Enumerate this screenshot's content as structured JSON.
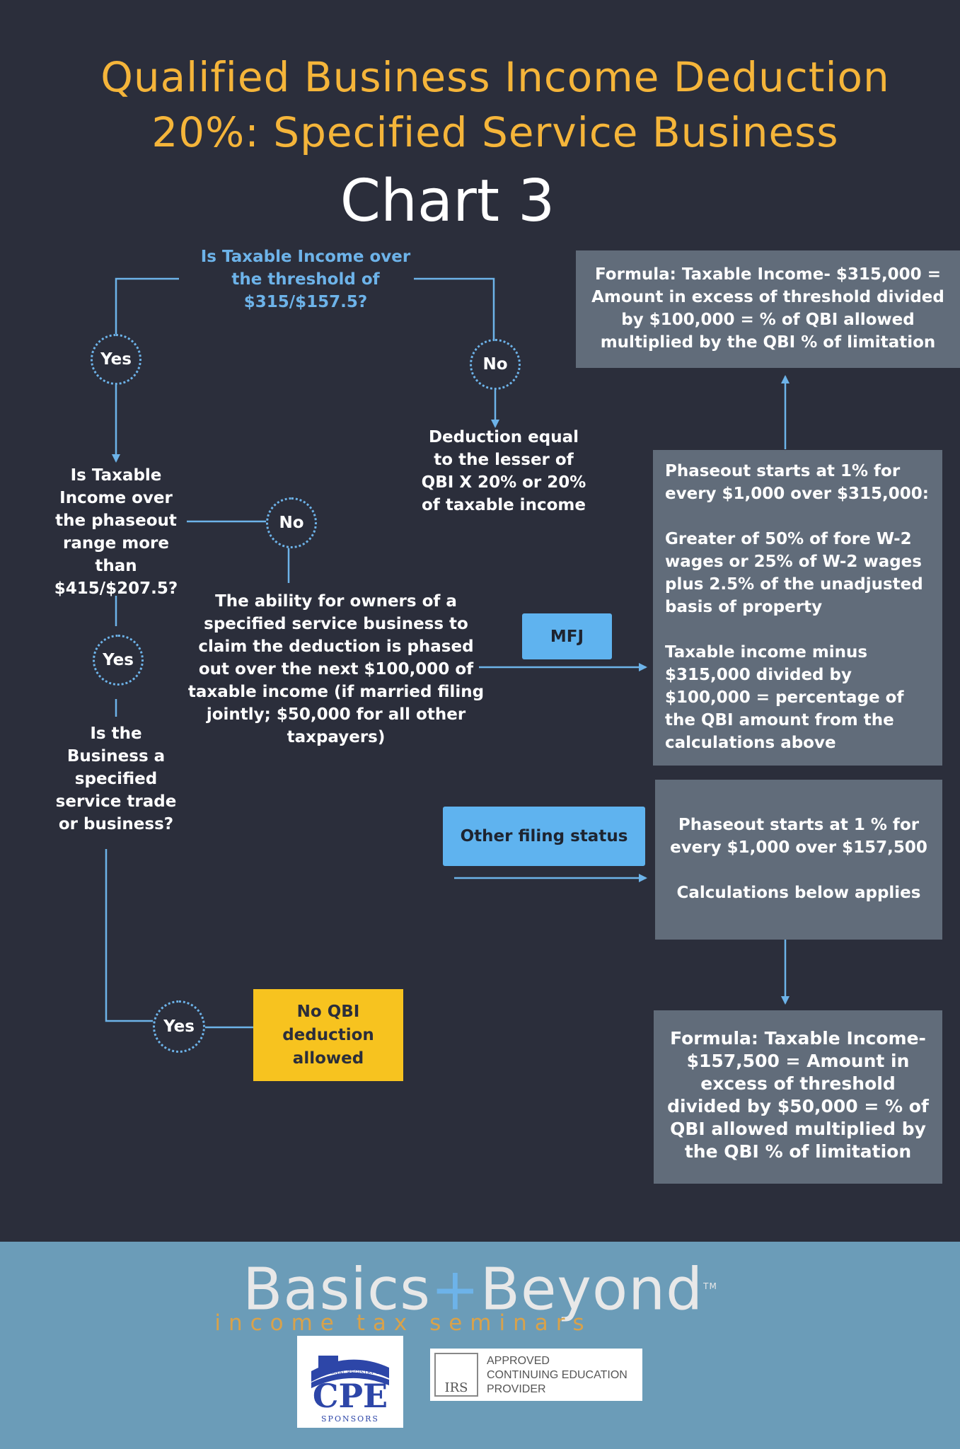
{
  "header": {
    "title_line1": "Qualified Business Income Deduction",
    "title_line2": "20%: Specified Service Business",
    "chart_label": "Chart 3"
  },
  "flow": {
    "q1": "Is Taxable Income over the threshold of $315/$157.5?",
    "q1_yes": "Yes",
    "q1_no": "No",
    "no_result": "Deduction equal to the lesser of QBI X 20% or 20% of taxable income",
    "q2": "Is Taxable Income over the phaseout range more than $415/$207.5?",
    "q2_no": "No",
    "q2_yes": "Yes",
    "phaseout_text": "The ability for owners of a specified service business to claim the deduction is phased out over the next $100,000 of taxable income (if married filing jointly; $50,000 for all other taxpayers)",
    "q3": "Is the Business a specified service trade or business?",
    "q3_yes": "Yes",
    "no_qbi": "No QBI deduction allowed",
    "mfj_label": "MFJ",
    "other_status_label": "Other filing status"
  },
  "boxes": {
    "formula_mfj": "Formula: Taxable Income- $315,000 = Amount in excess of threshold divided by $100,000 = % of QBI allowed multiplied by the QBI % of limitation",
    "mfj_p1": "Phaseout starts at 1% for every $1,000 over $315,000:",
    "mfj_p2": "Greater of 50% of fore W-2 wages or 25% of W-2 wages plus 2.5% of the unadjusted basis of property",
    "mfj_p3": "Taxable income minus $315,000 divided by $100,000 = percentage of the QBI amount from the calculations above",
    "other_p1": "Phaseout starts at 1 % for every  $1,000 over $157,500",
    "other_p2": "Calculations below applies",
    "formula_other": "Formula: Taxable Income- $157,500 = Amount in excess of threshold divided by $50,000 = % of QBI allowed multiplied by the QBI % of limitation"
  },
  "footer": {
    "brand_left": "Basics",
    "brand_plus": "+",
    "brand_right": "Beyond",
    "brand_tm": "TM",
    "brand_sub": "income tax seminars",
    "cpe_top": "NATIONAL REGISTRY OF",
    "cpe_main": "CPE",
    "cpe_bottom": "SPONSORS",
    "irs_mark": "IRS",
    "irs_line1": "APPROVED",
    "irs_line2": "CONTINUING EDUCATION",
    "irs_line3": "PROVIDER"
  },
  "colors": {
    "background": "#2b2e3b",
    "accent_title": "#f5b53a",
    "connector": "#6db3e9",
    "box_gray": "#616c7a",
    "box_yellow": "#f7c31f",
    "button_blue": "#5fb3ef",
    "footer": "#6b9cb8"
  }
}
